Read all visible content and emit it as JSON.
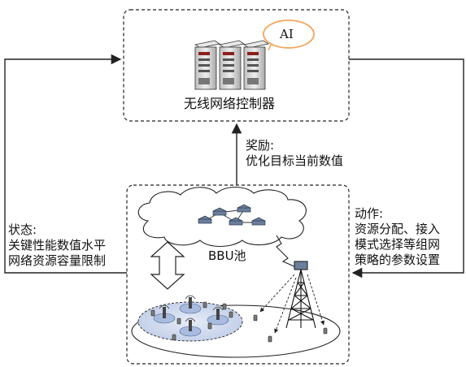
{
  "controller": {
    "title": "无线网络控制器",
    "ai_label": "AI"
  },
  "reward": {
    "title": "奖励:",
    "desc": "优化目标当前数值"
  },
  "state": {
    "title": "状态:",
    "line1": "关键性能数值水平",
    "line2": "网络资源容量限制"
  },
  "action": {
    "title": "动作:",
    "line1": "资源分配、接入",
    "line2": "模式选择等组网",
    "line3": "策略的参数设置"
  },
  "network": {
    "bbu_label": "BBU池"
  },
  "colors": {
    "stroke": "#222222",
    "ai_bubble": "#f5a45a",
    "server_body": "#d8d8d8",
    "bbu_node": "#6b7f9b",
    "cell_zone": "#cfd9ec"
  }
}
